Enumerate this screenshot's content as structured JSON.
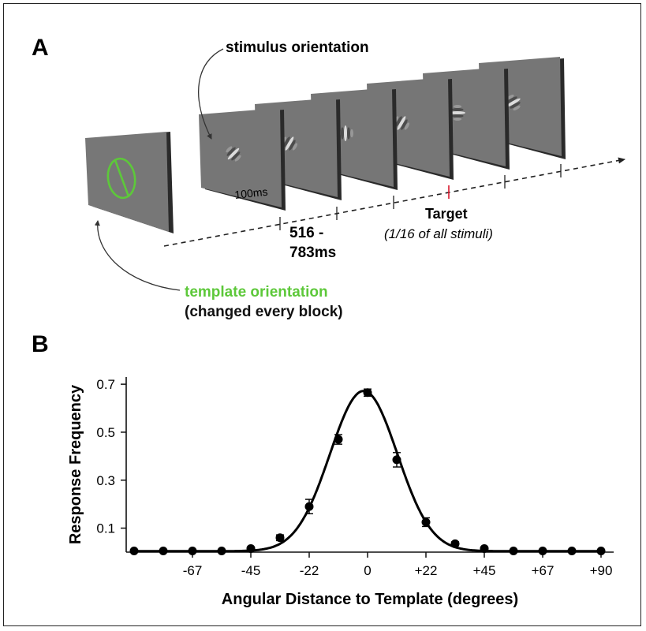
{
  "panel_a": {
    "label": "A",
    "stimulus_label": "stimulus orientation",
    "duration_label": "100ms",
    "isi_label_1": "516 -",
    "isi_label_2": "783ms",
    "target_label": "Target",
    "target_note": "(1/16 of all stimuli)",
    "template_label": "template orientation",
    "template_note": "(changed every block)",
    "colors": {
      "template": "#5dc83a",
      "target_tick": "#d9182b",
      "screen": "#767676"
    },
    "stimuli_orientation_deg": [
      45,
      30,
      0,
      30,
      90,
      60
    ]
  },
  "panel_b": {
    "label": "B"
  },
  "chart_data": {
    "type": "scatter",
    "title": "",
    "xlabel": "Angular Distance to Template (degrees)",
    "ylabel": "Response Frequency",
    "x_tick_labels": [
      "-67",
      "-45",
      "-22",
      "0",
      "+22",
      "+45",
      "+67",
      "+90"
    ],
    "x_tick_values": [
      -67.5,
      -45,
      -22.5,
      0,
      22.5,
      45,
      67.5,
      90
    ],
    "y_tick_labels": [
      "0.1",
      "0.3",
      "0.5",
      "0.7"
    ],
    "y_tick_values": [
      0.1,
      0.3,
      0.5,
      0.7
    ],
    "xlim": [
      -90,
      90
    ],
    "ylim": [
      0,
      0.73
    ],
    "series": [
      {
        "type": "points_with_error",
        "x": [
          -90,
          -78.75,
          -67.5,
          -56.25,
          -45,
          -33.75,
          -22.5,
          -11.25,
          0,
          11.25,
          22.5,
          33.75,
          45,
          56.25,
          67.5,
          78.75,
          90
        ],
        "y": [
          0.005,
          0.005,
          0.005,
          0.005,
          0.015,
          0.06,
          0.19,
          0.47,
          0.665,
          0.385,
          0.125,
          0.035,
          0.015,
          0.005,
          0.005,
          0.005,
          0.005
        ],
        "err": [
          0.004,
          0.004,
          0.004,
          0.004,
          0.006,
          0.012,
          0.03,
          0.02,
          0.015,
          0.03,
          0.018,
          0.008,
          0.005,
          0.004,
          0.004,
          0.004,
          0.004
        ]
      },
      {
        "type": "fit_curve",
        "model": "gaussian",
        "amplitude": 0.668,
        "center": -1.5,
        "sigma": 13.0,
        "baseline": 0.004
      }
    ],
    "grid": false,
    "legend": "none"
  }
}
